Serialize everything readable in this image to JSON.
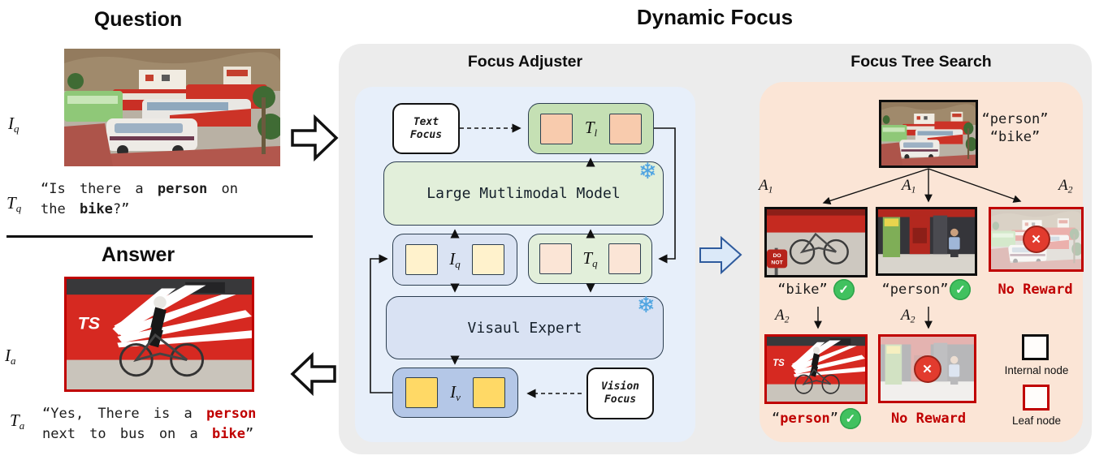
{
  "title": "Dynamic Focus",
  "question": {
    "heading": "Question",
    "img_label": {
      "base": "I",
      "sub": "q"
    },
    "txt_label": {
      "base": "T",
      "sub": "q"
    },
    "segments": [
      {
        "t": "“Is there a ",
        "s": "plain"
      },
      {
        "t": "person",
        "s": "bold"
      },
      {
        "t": " on the ",
        "s": "plain"
      },
      {
        "t": "bike",
        "s": "bold"
      },
      {
        "t": "?”",
        "s": "plain"
      }
    ]
  },
  "answer": {
    "heading": "Answer",
    "img_label": {
      "base": "I",
      "sub": "a"
    },
    "txt_label": {
      "base": "T",
      "sub": "a"
    },
    "segments": [
      {
        "t": "“Yes, There is a ",
        "s": "plain"
      },
      {
        "t": "person",
        "s": "redbold"
      },
      {
        "t": " next to bus on a ",
        "s": "plain"
      },
      {
        "t": "bike",
        "s": "redbold"
      },
      {
        "t": "”",
        "s": "plain"
      }
    ]
  },
  "adjuster": {
    "heading": "Focus Adjuster",
    "text_focus_lines": [
      "Text",
      "Focus"
    ],
    "vision_focus_lines": [
      "Vision",
      "Focus"
    ],
    "tl_label": {
      "base": "T",
      "sub": "l"
    },
    "lmm_label": "Large Mutlimodal Model",
    "iq_label": {
      "base": "I",
      "sub": "q"
    },
    "tq_label": {
      "base": "T",
      "sub": "q"
    },
    "ve_label": "Visaul Expert",
    "iv_label": {
      "base": "I",
      "sub": "v"
    },
    "frozen_icon": "❄"
  },
  "tree": {
    "heading": "Focus Tree Search",
    "root_labels": [
      "“person”",
      "“bike”"
    ],
    "edges_l1": [
      {
        "base": "A",
        "sub": "1"
      },
      {
        "base": "A",
        "sub": "1"
      },
      {
        "base": "A",
        "sub": "2"
      }
    ],
    "edges_l2": [
      {
        "base": "A",
        "sub": "2"
      },
      {
        "base": "A",
        "sub": "2"
      }
    ],
    "bike_label": "“bike”",
    "person_label": "“person”",
    "no_reward_label": "No Reward",
    "person2_segments": [
      {
        "t": "“",
        "s": "plain"
      },
      {
        "t": "person",
        "s": "redbold"
      },
      {
        "t": "”",
        "s": "plain"
      }
    ],
    "no_reward2_label": "No Reward",
    "check_icon": "✓",
    "cross_icon": "✕",
    "legend": [
      {
        "label": "Internal node"
      },
      {
        "label": "Leaf node"
      }
    ]
  },
  "colors": {
    "accent_red": "#c00000",
    "check_green": "#41c15f",
    "cross_red": "#e23b2e",
    "panel_blue": "#e7effa",
    "panel_peach": "#fbe5d6",
    "container_gray": "#ececec",
    "box_green_dark": "#c5e0b4",
    "box_green_light": "#e2efda",
    "box_blue_light": "#dae3f3",
    "box_blue_mid": "#b4c7e7",
    "sq_peach": "#f8cbad",
    "sq_peach_light": "#fbe5d6",
    "sq_yellow_light": "#fff2cc",
    "sq_yellow": "#ffd966"
  }
}
